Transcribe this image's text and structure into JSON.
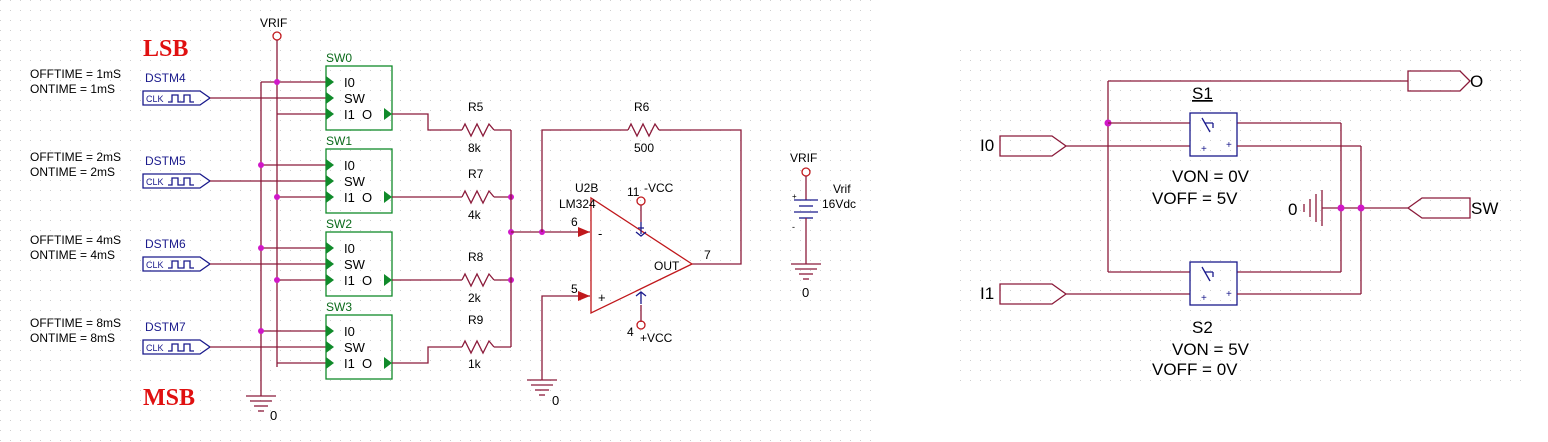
{
  "left_schematic": {
    "lsb_label": "LSB",
    "msb_label": "MSB",
    "vrif_top_label": "VRIF",
    "ground_left_label": "0",
    "sources": [
      {
        "offtime": "OFFTIME = 1mS",
        "ontime": "ONTIME = 1mS",
        "name": "DSTM4",
        "clk": "CLK"
      },
      {
        "offtime": "OFFTIME = 2mS",
        "ontime": "ONTIME = 2mS",
        "name": "DSTM5",
        "clk": "CLK"
      },
      {
        "offtime": "OFFTIME = 4mS",
        "ontime": "ONTIME = 4mS",
        "name": "DSTM6",
        "clk": "CLK"
      },
      {
        "offtime": "OFFTIME = 8mS",
        "ontime": "ONTIME = 8mS",
        "name": "DSTM7",
        "clk": "CLK"
      }
    ],
    "switches": [
      {
        "name": "SW0",
        "pin_i0": "I0",
        "pin_sw": "SW",
        "pin_i1": "I1",
        "pin_o": "O"
      },
      {
        "name": "SW1",
        "pin_i0": "I0",
        "pin_sw": "SW",
        "pin_i1": "I1",
        "pin_o": "O"
      },
      {
        "name": "SW2",
        "pin_i0": "I0",
        "pin_sw": "SW",
        "pin_i1": "I1",
        "pin_o": "O"
      },
      {
        "name": "SW3",
        "pin_i0": "I0",
        "pin_sw": "SW",
        "pin_i1": "I1",
        "pin_o": "O"
      }
    ],
    "resistors": [
      {
        "name": "R5",
        "value": "8k"
      },
      {
        "name": "R7",
        "value": "4k"
      },
      {
        "name": "R8",
        "value": "2k"
      },
      {
        "name": "R9",
        "value": "1k"
      }
    ],
    "feedback_resistor": {
      "name": "R6",
      "value": "500"
    },
    "opamp": {
      "name": "U2B",
      "model": "LM324",
      "pin_inv": "6",
      "pin_noninv": "5",
      "pin_out": "7",
      "pin_vneg": "11",
      "pin_vpos": "4",
      "minus_sign": "-",
      "plus_sign": "+",
      "out_label": "OUT",
      "vneg_label": "-VCC",
      "vpos_label": "+VCC"
    },
    "ground_opamp_label": "0",
    "vref_source": {
      "top_label": "VRIF",
      "name": "Vrif",
      "value": "16Vdc",
      "ground_label": "0",
      "plus_mark": "+",
      "minus_mark": "-"
    }
  },
  "right_schematic": {
    "input_i0": "I0",
    "input_i1": "I1",
    "output_o": "O",
    "input_sw": "SW",
    "ground_label": "0",
    "switch_s1": {
      "name": "S1",
      "von": "VON = 0V",
      "voff": "VOFF = 5V",
      "plus_a": "+",
      "plus_b": "+"
    },
    "switch_s2": {
      "name": "S2",
      "von": "VON = 5V",
      "voff": "VOFF = 0V",
      "plus_a": "+",
      "plus_b": "+"
    }
  }
}
